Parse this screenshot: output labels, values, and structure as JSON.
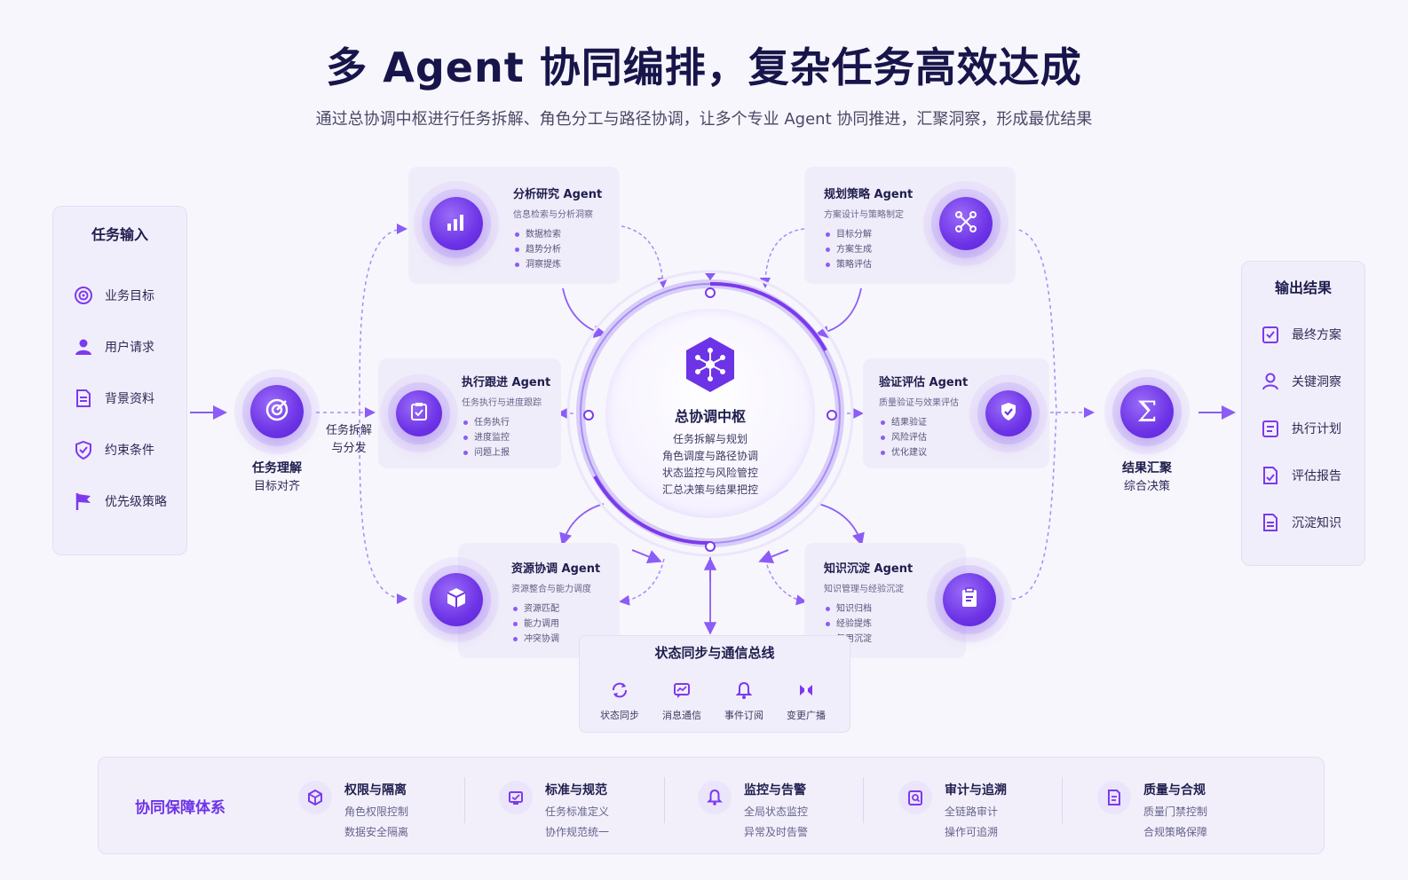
{
  "header": {
    "title": "多 Agent 协同编排，复杂任务高效达成",
    "subtitle": "通过总协调中枢进行任务拆解、角色分工与路径协调，让多个专业 Agent 协同推进，汇聚洞察，形成最优结果"
  },
  "input_panel": {
    "title": "任务输入",
    "items": [
      {
        "label": "业务目标",
        "icon": "target-icon"
      },
      {
        "label": "用户请求",
        "icon": "user-icon"
      },
      {
        "label": "背景资料",
        "icon": "document-icon"
      },
      {
        "label": "约束条件",
        "icon": "shield-icon"
      },
      {
        "label": "优先级策略",
        "icon": "flag-icon"
      }
    ]
  },
  "understand": {
    "title": "任务理解",
    "sub": "目标对齐"
  },
  "split_label": {
    "line1": "任务拆解",
    "line2": "与分发"
  },
  "hub": {
    "title": "总协调中枢",
    "lines": [
      "任务拆解与规划",
      "角色调度与路径协调",
      "状态监控与风险管控",
      "汇总决策与结果把控"
    ]
  },
  "agents": {
    "analysis": {
      "name": "分析研究 Agent",
      "desc": "信息检索与分析洞察",
      "items": [
        "数据检索",
        "趋势分析",
        "洞察提炼"
      ]
    },
    "planning": {
      "name": "规划策略 Agent",
      "desc": "方案设计与策略制定",
      "items": [
        "目标分解",
        "方案生成",
        "策略评估"
      ]
    },
    "execution": {
      "name": "执行跟进 Agent",
      "desc": "任务执行与进度跟踪",
      "items": [
        "任务执行",
        "进度监控",
        "问题上报"
      ]
    },
    "validation": {
      "name": "验证评估 Agent",
      "desc": "质量验证与效果评估",
      "items": [
        "结果验证",
        "风险评估",
        "优化建议"
      ]
    },
    "resource": {
      "name": "资源协调 Agent",
      "desc": "资源整合与能力调度",
      "items": [
        "资源匹配",
        "能力调用",
        "冲突协调"
      ]
    },
    "knowledge": {
      "name": "知识沉淀 Agent",
      "desc": "知识管理与经验沉淀",
      "items": [
        "知识归档",
        "经验提炼",
        "复用沉淀"
      ]
    }
  },
  "bus": {
    "title": "状态同步与通信总线",
    "items": [
      {
        "label": "状态同步",
        "icon": "sync-icon"
      },
      {
        "label": "消息通信",
        "icon": "message-icon"
      },
      {
        "label": "事件订阅",
        "icon": "bell-icon"
      },
      {
        "label": "变更广播",
        "icon": "broadcast-icon"
      }
    ]
  },
  "merge": {
    "title": "结果汇聚",
    "sub": "综合决策"
  },
  "output_panel": {
    "title": "输出结果",
    "items": [
      {
        "label": "最终方案",
        "icon": "checklist-icon"
      },
      {
        "label": "关键洞察",
        "icon": "user-icon"
      },
      {
        "label": "执行计划",
        "icon": "checklist-icon"
      },
      {
        "label": "评估报告",
        "icon": "document-icon"
      },
      {
        "label": "沉淀知识",
        "icon": "document-icon"
      }
    ]
  },
  "guarantee": {
    "title": "协同保障体系",
    "items": [
      {
        "title": "权限与隔离",
        "l1": "角色权限控制",
        "l2": "数据安全隔离",
        "icon": "cube-shield-icon"
      },
      {
        "title": "标准与规范",
        "l1": "任务标准定义",
        "l2": "协作规范统一",
        "icon": "standard-icon"
      },
      {
        "title": "监控与告警",
        "l1": "全局状态监控",
        "l2": "异常及时告警",
        "icon": "bell-icon"
      },
      {
        "title": "审计与追溯",
        "l1": "全链路审计",
        "l2": "操作可追溯",
        "icon": "audit-icon"
      },
      {
        "title": "质量与合规",
        "l1": "质量门禁控制",
        "l2": "合规策略保障",
        "icon": "compliance-icon"
      }
    ]
  },
  "colors": {
    "accent": "#6d33e6",
    "accent_light": "#a78bfa",
    "panel": "#f1eefb",
    "text": "#1f1d4d"
  }
}
